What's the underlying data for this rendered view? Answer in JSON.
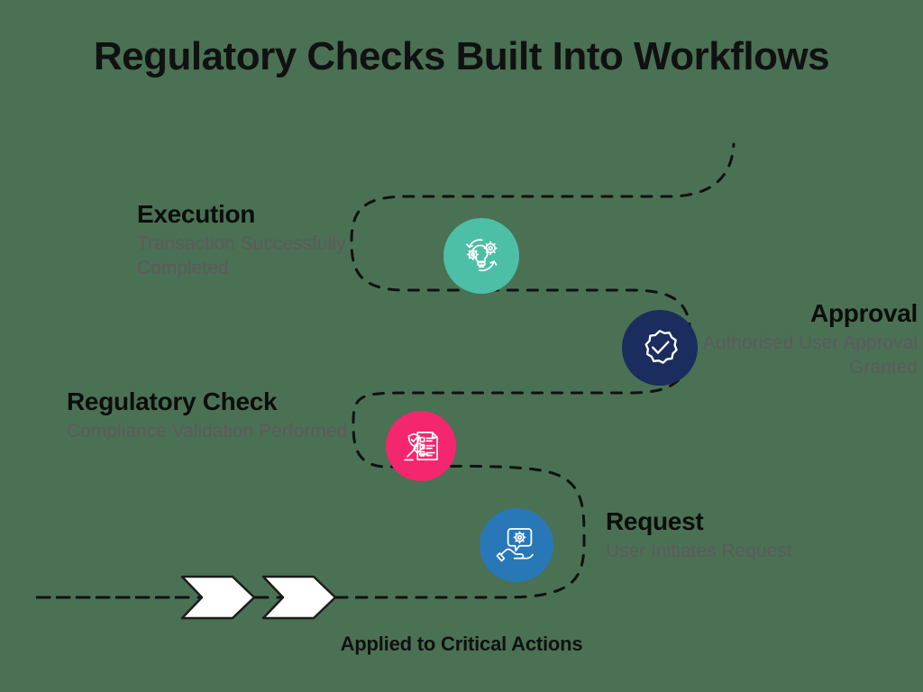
{
  "header": {
    "title": "Regulatory Checks Built Into Workflows"
  },
  "footer": {
    "caption": "Applied to Critical Actions"
  },
  "colors": {
    "background": "#4a7153",
    "title_text": "#111111",
    "heading_text": "#0d0d0d",
    "subtitle_text": "#5d5a5f",
    "path_stroke": "#111111",
    "execution_circle": "#4cbfa6",
    "approval_circle": "#1b2c5e",
    "regulatory_circle": "#f4276e",
    "request_circle": "#2878b8",
    "arrow_fill": "#ffffff",
    "arrow_stroke": "#1d1d1d"
  },
  "steps": [
    {
      "id": "execution",
      "heading": "Execution",
      "subtitle": "Transaction Successfully Completed",
      "icon": "lightbulb-gears-cycle-icon",
      "circle_color": "#4cbfa6",
      "label_side": "left"
    },
    {
      "id": "approval",
      "heading": "Approval",
      "subtitle": "Authorised User Approval Granted",
      "icon": "verified-badge-check-icon",
      "circle_color": "#1b2c5e",
      "label_side": "right"
    },
    {
      "id": "regulatory",
      "heading": "Regulatory Check",
      "subtitle": "Compliance Validation Performed",
      "icon": "gavel-document-shield-icon",
      "circle_color": "#f4276e",
      "label_side": "left"
    },
    {
      "id": "request",
      "heading": "Request",
      "subtitle": "User Initiates Request",
      "icon": "hand-gear-bubble-icon",
      "circle_color": "#2878b8",
      "label_side": "right"
    }
  ],
  "flow": {
    "style": "dashed-serpentine",
    "direction": "bottom-left-to-top-right",
    "arrow_markers": 2
  }
}
